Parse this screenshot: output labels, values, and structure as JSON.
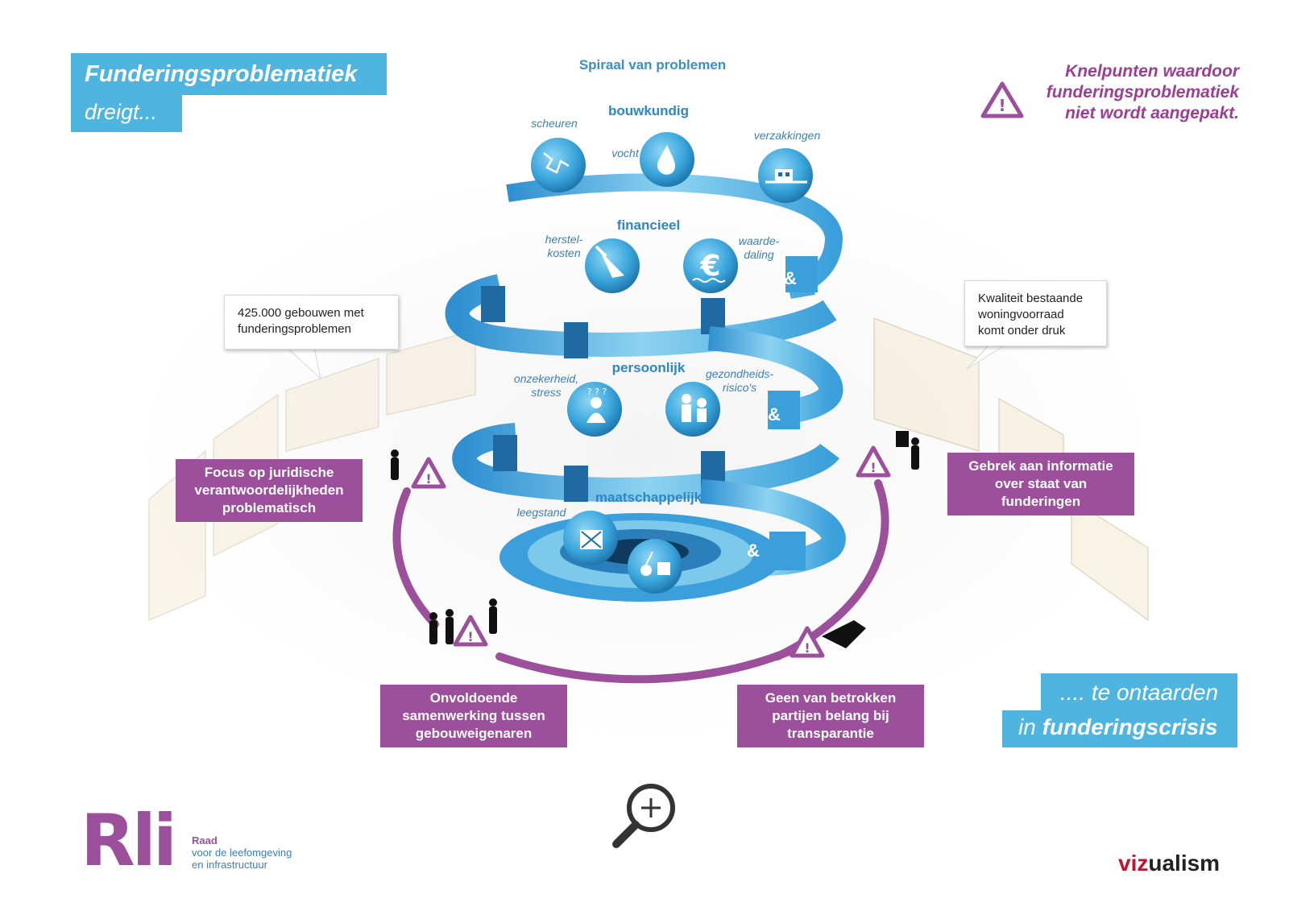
{
  "title": {
    "line1": "Funderingsproblematiek",
    "line2": "dreigt..."
  },
  "bottom_title": {
    "line1": ".... te ontaarden",
    "line2_prefix": "in ",
    "line2_bold": "funderingscrisis"
  },
  "warning_header": "Knelpunten waardoor funderingsproblematiek niet wordt aangepakt.",
  "spiral_title": "Spiraal van problemen",
  "categories": {
    "bouwkundig": {
      "label": "bouwkundig",
      "items": [
        "scheuren",
        "vocht",
        "verzakkingen"
      ]
    },
    "financieel": {
      "label": "financieel",
      "items": [
        "herstel-\nkosten",
        "waarde-\ndaling"
      ]
    },
    "persoonlijk": {
      "label": "persoonlijk",
      "items": [
        "onzekerheid,\nstress",
        "gezondheids-\nrisico's"
      ]
    },
    "maatschappelijk": {
      "label": "maatschappelijk",
      "items": [
        "leegstand",
        "sloop"
      ]
    }
  },
  "ampersand": "&",
  "callouts": {
    "left": "425.000 gebouwen met funderingsproblemen",
    "right": "Kwaliteit bestaande woningvoorraad komt onder druk"
  },
  "knelpunten": {
    "juridisch": "Focus op juridische verantwoordelijkheden problematisch",
    "informatie": "Gebrek aan informatie over staat van funderingen",
    "samenwerking": "Onvoldoende samenwerking tussen gebouweigenaren",
    "transparantie": "Geen van betrokken partijen belang bij transparantie"
  },
  "logo": {
    "mark": "Rli",
    "raad": "Raad",
    "line2": "voor de leefomgeving",
    "line3": "en infrastructuur"
  },
  "credit": {
    "prefix": "viz",
    "suffix": "ualism"
  },
  "colors": {
    "blue": "#4db5df",
    "purple": "#9c4f9b",
    "dark_blue": "#2f86c2"
  },
  "icons": [
    "warning-icon",
    "crack-icon",
    "water-drop-icon",
    "house-sinking-icon",
    "trowel-icon",
    "euro-icon",
    "worried-person-icon",
    "doctor-patient-icon",
    "boarded-house-icon",
    "demolition-icon",
    "magnifier-zoom-icon"
  ]
}
